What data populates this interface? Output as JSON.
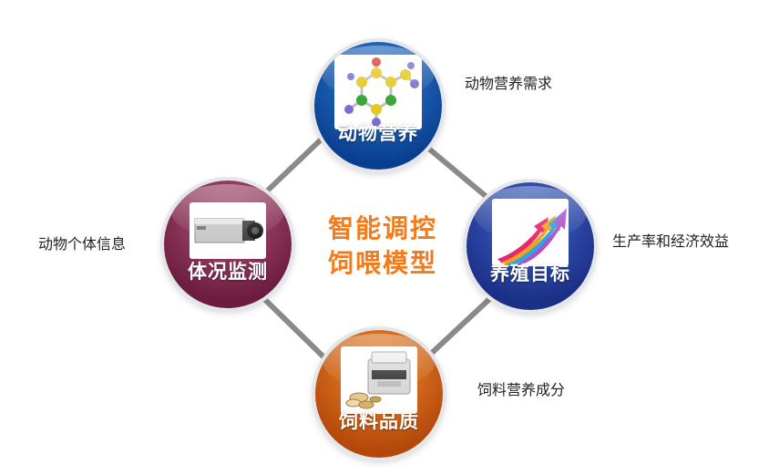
{
  "center": {
    "line1": "智能调控",
    "line2": "饲喂模型"
  },
  "nodes": {
    "top": {
      "label": "动物营养",
      "note": "动物营养需求",
      "icon": "molecule-icon"
    },
    "right": {
      "label": "养殖目标",
      "note": "生产率和经济效益",
      "icon": "rising-arrows-icon"
    },
    "bottom": {
      "label": "饲料品质",
      "note": "饲料营养成分",
      "icon": "feed-analyzer-icon"
    },
    "left": {
      "label": "体况监测",
      "note": "动物个体信息",
      "icon": "camera-icon"
    }
  },
  "colors": {
    "center_text": "#f07c1e",
    "top_node": "#0a3f8f",
    "right_node": "#1b2f86",
    "bottom_node": "#b4480a",
    "left_node": "#6b1c3f",
    "connector": "#8a8a8a"
  }
}
